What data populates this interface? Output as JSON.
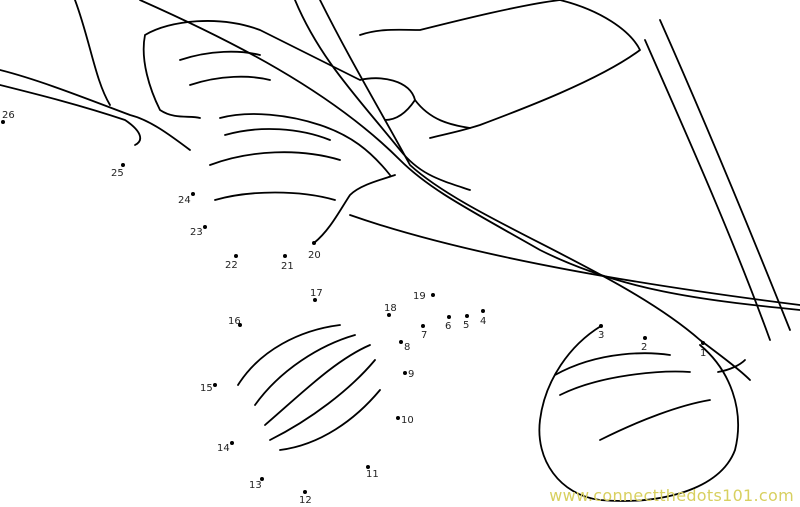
{
  "puzzle": {
    "dots": [
      "1",
      "2",
      "3",
      "4",
      "5",
      "6",
      "7",
      "8",
      "9",
      "10",
      "11",
      "12",
      "13",
      "14",
      "15",
      "16",
      "17",
      "18",
      "19",
      "20",
      "21",
      "22",
      "23",
      "24",
      "25",
      "26"
    ]
  },
  "watermark": "www.connectthedots101.com",
  "colors": {
    "line": "#000000",
    "watermark": "#d8d060"
  }
}
